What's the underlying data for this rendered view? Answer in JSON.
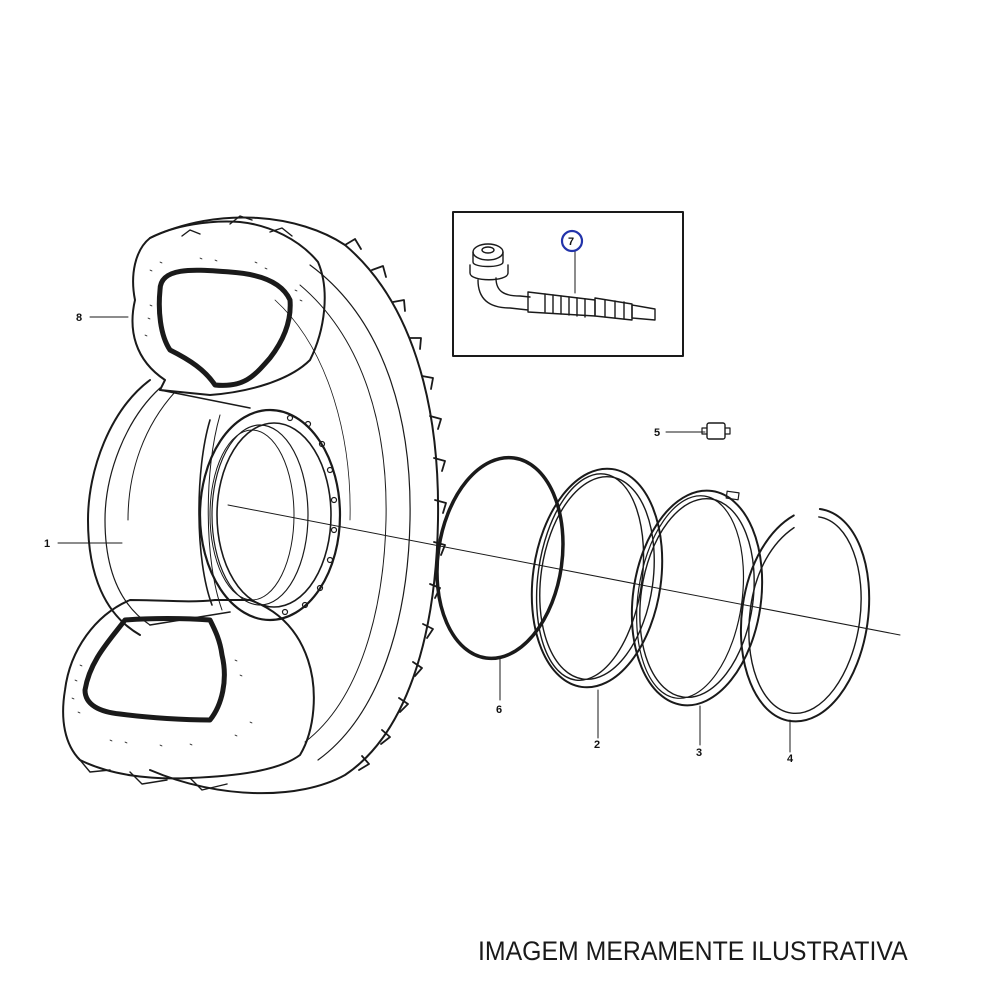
{
  "callouts": {
    "c1": "1",
    "c2": "2",
    "c3": "3",
    "c4": "4",
    "c5": "5",
    "c6": "6",
    "c7": "7",
    "c8": "8"
  },
  "highlight_color": "#2233aa",
  "disclaimer": "IMAGEM MERAMENTE ILUSTRATIVA"
}
